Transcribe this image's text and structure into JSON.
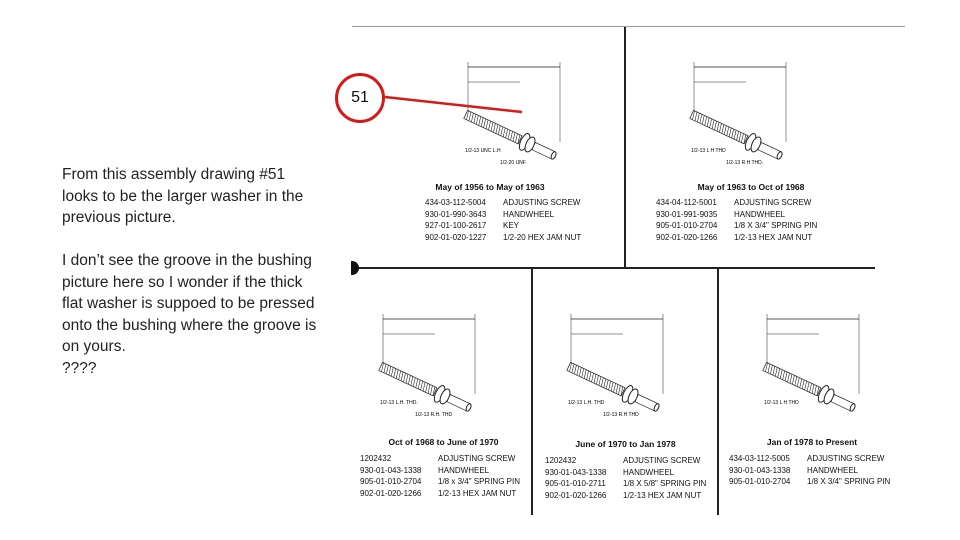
{
  "note": {
    "p1": "From this assembly drawing #51 looks to be the larger washer in the previous picture.",
    "p2": "I don’t see the groove in the bushing picture here so I wonder if the thick flat washer is suppoed to be pressed onto the bushing where the groove is on yours.",
    "p3": "????"
  },
  "callout": {
    "label": "51",
    "color": "#d51a1a"
  },
  "panels": [
    {
      "title": "May of 1956 to May of 1963",
      "labels": [
        "1/2-13 UNC L.H",
        "1/2-20 UNF"
      ],
      "parts": [
        [
          "434-03-112-5004",
          "ADJUSTING SCREW"
        ],
        [
          "930-01-990-3643",
          "HANDWHEEL"
        ],
        [
          "927-01-100-2617",
          "KEY"
        ],
        [
          "902-01-020-1227",
          "1/2-20 HEX JAM NUT"
        ]
      ]
    },
    {
      "title": "May of 1963 to Oct of 1968",
      "labels": [
        "1/2-13 L H THD",
        "1/2-13 R H THD."
      ],
      "parts": [
        [
          "434-04-112-5001",
          "ADJUSTING SCREW"
        ],
        [
          "930-01-991-9035",
          "HANDWHEEL"
        ],
        [
          "905-01-010-2704",
          "1/8 X 3/4\" SPRING PIN"
        ],
        [
          "902-01-020-1266",
          "1/2-13 HEX JAM NUT"
        ]
      ]
    },
    {
      "title": "Oct of 1968 to June of 1970",
      "labels": [
        "1/2-13 L.H. THD.",
        "1/2-13 R.H. THD"
      ],
      "parts": [
        [
          "1202432",
          "ADJUSTING SCREW"
        ],
        [
          "930-01-043-1338",
          "HANDWHEEL"
        ],
        [
          "905-01-010-2704",
          "1/8 x 3/4\"  SPRING PIN"
        ],
        [
          "902-01-020-1266",
          "1/2-13 HEX JAM NUT"
        ]
      ]
    },
    {
      "title": "June of 1970 to Jan 1978",
      "labels": [
        "1/2-13 L.H. THD",
        "1/2-13 R.H THD"
      ],
      "parts": [
        [
          "1202432",
          "ADJUSTING SCREW"
        ],
        [
          "930-01-043-1338",
          "HANDWHEEL"
        ],
        [
          "905-01-010-2711",
          "1/8 X 5/8\" SPRING PIN"
        ],
        [
          "902-01-020-1266",
          "1/2-13 HEX JAM NUT"
        ]
      ]
    },
    {
      "title": "Jan of 1978 to Present",
      "labels": [
        "1/2-13 L H THD"
      ],
      "parts": [
        [
          "434-03-112-5005",
          "ADJUSTING SCREW"
        ],
        [
          "930-01-043-1338",
          "HANDWHEEL"
        ],
        [
          "905-01-010-2704",
          "1/8 X 3/4\" SPRING PIN"
        ]
      ]
    }
  ]
}
